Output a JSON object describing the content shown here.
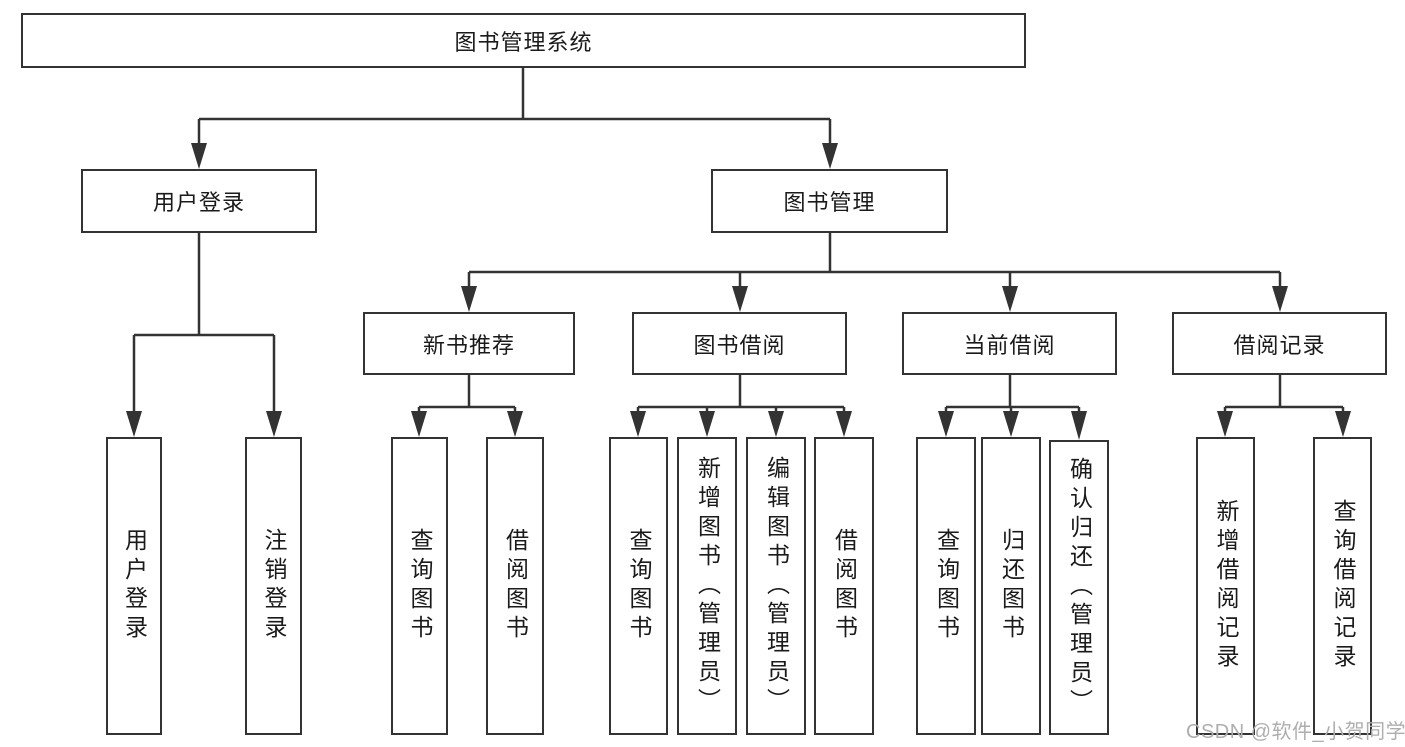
{
  "diagram": {
    "type": "hierarchy-flowchart",
    "tree": {
      "label": "图书管理系统",
      "children": [
        {
          "label": "用户登录",
          "children": [
            {
              "label": "用户登录"
            },
            {
              "label": "注销登录"
            }
          ]
        },
        {
          "label": "图书管理",
          "children": [
            {
              "label": "新书推荐",
              "children": [
                {
                  "label": "查询图书"
                },
                {
                  "label": "借阅图书"
                }
              ]
            },
            {
              "label": "图书借阅",
              "children": [
                {
                  "label": "查询图书"
                },
                {
                  "label": "新增图书（管理员）"
                },
                {
                  "label": "编辑图书（管理员）"
                },
                {
                  "label": "借阅图书"
                }
              ]
            },
            {
              "label": "当前借阅",
              "children": [
                {
                  "label": "查询图书"
                },
                {
                  "label": "归还图书"
                },
                {
                  "label": "确认归还（管理员）"
                }
              ]
            },
            {
              "label": "借阅记录",
              "children": [
                {
                  "label": "新增借阅记录"
                },
                {
                  "label": "查询借阅记录"
                }
              ]
            }
          ]
        }
      ]
    },
    "colors": {
      "line": "#333333",
      "box_border": "#333333",
      "text": "#1a1a1a",
      "background": "#ffffff",
      "watermark": "#aeaeae"
    }
  },
  "watermark": {
    "text": "CSDN @软件_小贺同学"
  }
}
